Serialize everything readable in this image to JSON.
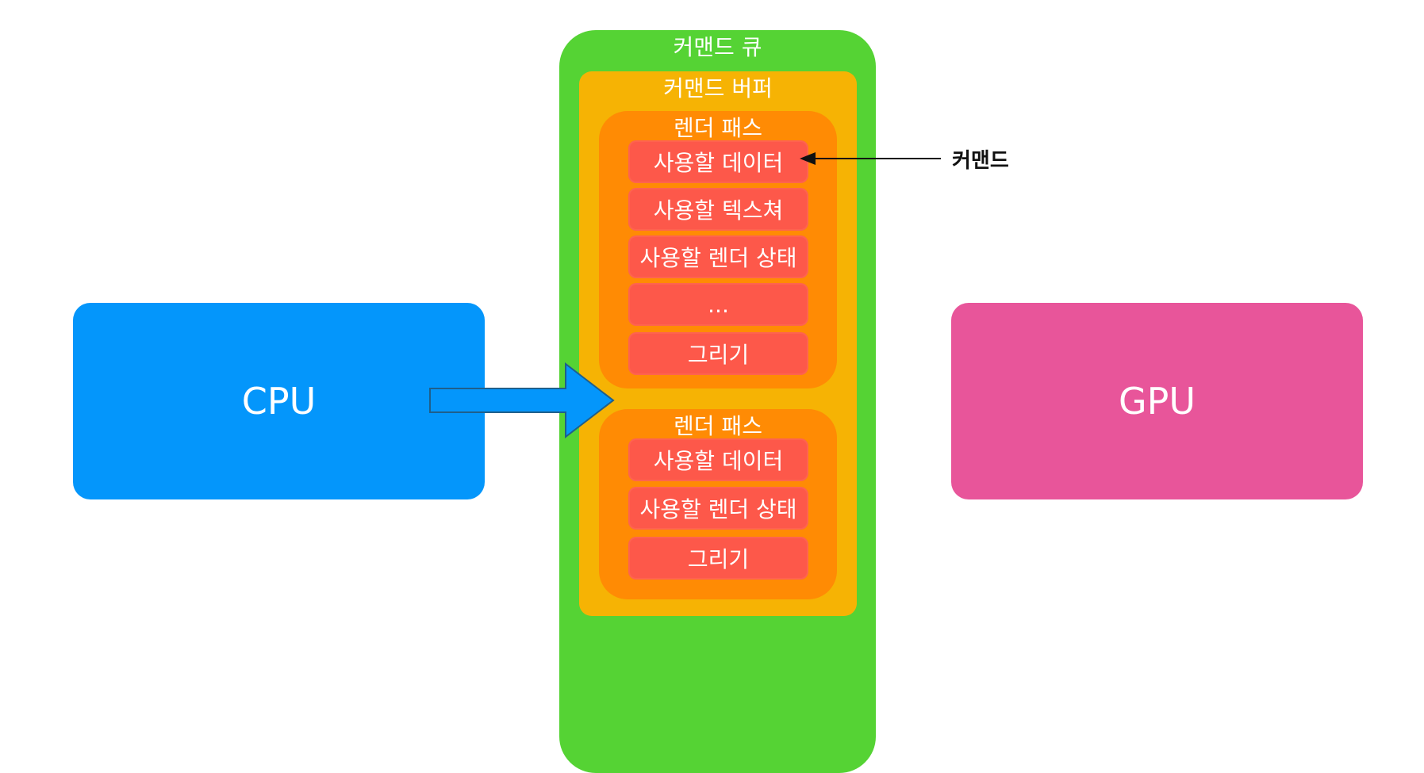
{
  "cpu": {
    "label": "CPU",
    "color": "#0496fb"
  },
  "gpu": {
    "label": "GPU",
    "color": "#e8559a"
  },
  "queue": {
    "label": "커맨드 큐",
    "color": "#55d334"
  },
  "buffer": {
    "label": "커맨드 버퍼",
    "color": "#f6b304"
  },
  "passes": [
    {
      "label": "렌더 패스",
      "commands": [
        "사용할 데이터",
        "사용할 텍스쳐",
        "사용할 렌더 상태",
        "...",
        "그리기"
      ]
    },
    {
      "label": "렌더 패스",
      "commands": [
        "사용할 데이터",
        "사용할 렌더 상태",
        "그리기"
      ]
    }
  ],
  "annotation": {
    "label": "커맨드"
  },
  "colors": {
    "pass": "#ff8b04",
    "command": "#fd584a",
    "arrow": "#0496fb"
  }
}
